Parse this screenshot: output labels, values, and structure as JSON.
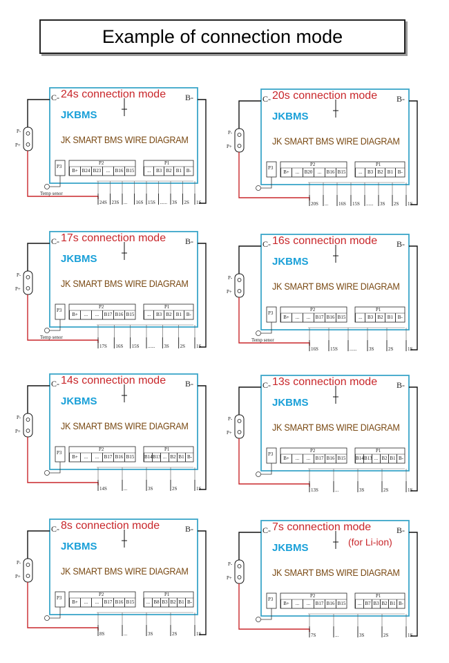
{
  "title": "Example of connection mode",
  "brand": "JKBMS",
  "subtitle": "JK SMART BMS WIRE DIAGRAM",
  "labels": {
    "c_minus": "C-",
    "b_minus": "B-",
    "p_minus": "P-",
    "p_plus": "P+",
    "p3": "P3",
    "p2": "P2",
    "p1": "P1",
    "temp": "Temp senor"
  },
  "colors": {
    "board": "#3aa6c9",
    "red_wire": "#c8262a",
    "mode_text": "#c8262a",
    "brand": "#1aa0d8"
  },
  "panels": [
    {
      "mode": "24s connection mode",
      "note": "",
      "temp": true,
      "p2": [
        "B+",
        "B24",
        "B23",
        "...",
        "B16",
        "B15"
      ],
      "p1": [
        "...",
        "B3",
        "B2",
        "B1",
        "B-"
      ],
      "cells": [
        "24S",
        "23S",
        "...",
        "16S",
        "15S",
        "......",
        "3S",
        "2S",
        "1S"
      ]
    },
    {
      "mode": "20s connection mode",
      "note": "",
      "temp": false,
      "p2": [
        "B+",
        "...",
        "B20",
        "...",
        "B16",
        "B15"
      ],
      "p1": [
        "...",
        "B3",
        "B2",
        "B1",
        "B-"
      ],
      "cells": [
        "20S",
        "...",
        "16S",
        "15S",
        "......",
        "3S",
        "2S",
        "1S"
      ]
    },
    {
      "mode": "17s connection mode",
      "note": "",
      "temp": true,
      "p2": [
        "B+",
        "...",
        "...",
        "B17",
        "B16",
        "B15"
      ],
      "p1": [
        "...",
        "B3",
        "B2",
        "B1",
        "B-"
      ],
      "cells": [
        "17S",
        "16S",
        "15S",
        "......",
        "3S",
        "2S",
        "1S"
      ]
    },
    {
      "mode": "16s connection mode",
      "note": "",
      "temp": true,
      "p2": [
        "B+",
        "...",
        "...",
        "B17",
        "B16",
        "B15"
      ],
      "p1": [
        "...",
        "B3",
        "B2",
        "B1",
        "B-"
      ],
      "cells": [
        "16S",
        "15S",
        "......",
        "3S",
        "2S",
        "1S"
      ]
    },
    {
      "mode": "14s connection mode",
      "note": "",
      "temp": false,
      "p2": [
        "B+",
        "...",
        "...",
        "B17",
        "B16",
        "B15"
      ],
      "p1": [
        "B14",
        "B13",
        "...",
        "B2",
        "B1",
        "B-"
      ],
      "cells": [
        "14S",
        "...",
        "3S",
        "2S",
        "1S"
      ]
    },
    {
      "mode": "13s connection mode",
      "note": "",
      "temp": false,
      "p2": [
        "B+",
        "...",
        "...",
        "B17",
        "B16",
        "B15"
      ],
      "p1": [
        "B14",
        "B13",
        "...",
        "B2",
        "B1",
        "B-"
      ],
      "cells": [
        "13S",
        "...",
        "3S",
        "2S",
        "1S"
      ]
    },
    {
      "mode": "8s connection mode",
      "note": "",
      "temp": false,
      "p2": [
        "B+",
        "...",
        "...",
        "B17",
        "B16",
        "B15"
      ],
      "p1": [
        "...",
        "B8",
        "B3",
        "B2",
        "B1",
        "B-"
      ],
      "cells": [
        "8S",
        "...",
        "3S",
        "2S",
        "1S"
      ]
    },
    {
      "mode": "7s connection mode",
      "note": "(for Li-ion)",
      "temp": false,
      "p2": [
        "B+",
        "...",
        "...",
        "B17",
        "B16",
        "B15"
      ],
      "p1": [
        "...",
        "B7",
        "B3",
        "B2",
        "B1",
        "B-"
      ],
      "cells": [
        "7S",
        "...",
        "3S",
        "2S",
        "1S"
      ]
    }
  ]
}
